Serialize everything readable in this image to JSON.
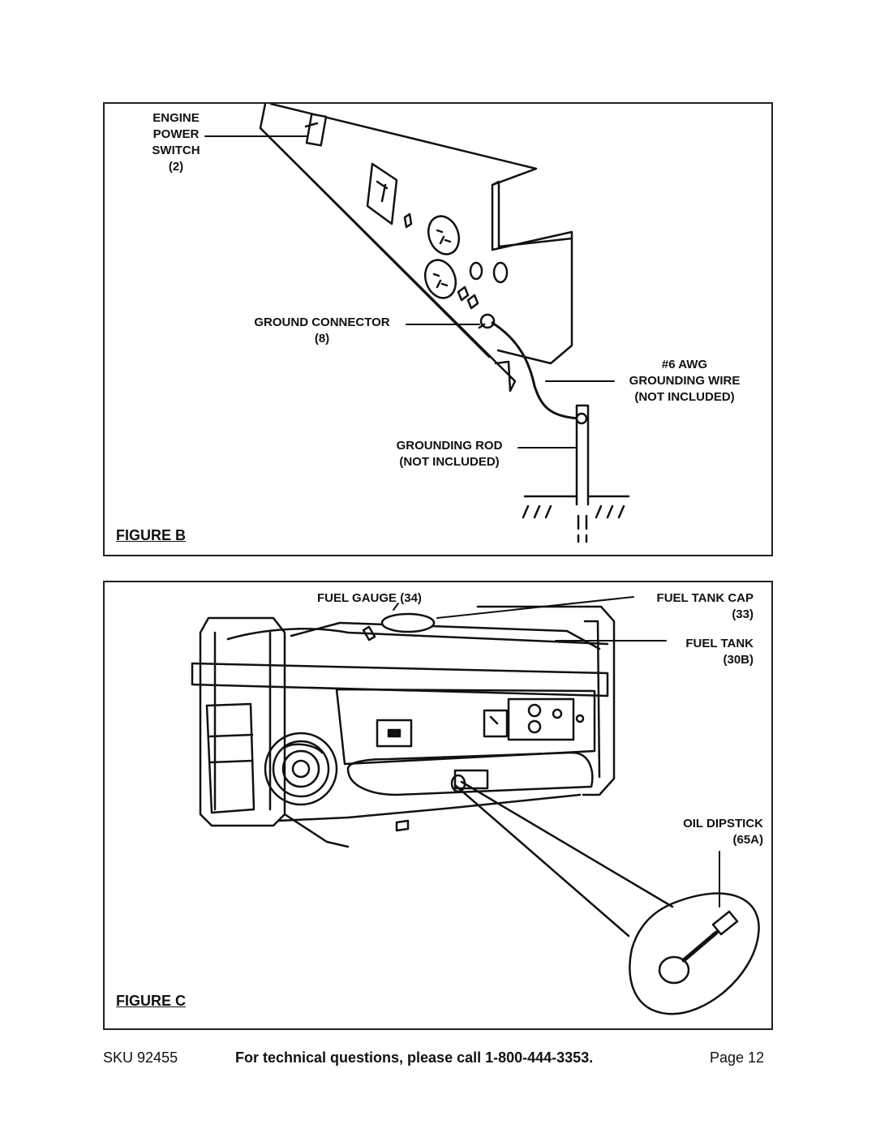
{
  "figure_b": {
    "title": "FIGURE B",
    "labels": {
      "engine_power_switch": [
        "ENGINE",
        "POWER",
        "SWITCH",
        "(2)"
      ],
      "ground_connector": [
        "GROUND CONNECTOR",
        "(8)"
      ],
      "grounding_wire": [
        "#6 AWG",
        "GROUNDING WIRE",
        "(NOT INCLUDED)"
      ],
      "grounding_rod": [
        "GROUNDING ROD",
        "(NOT INCLUDED)"
      ]
    }
  },
  "figure_c": {
    "title": "FIGURE C",
    "labels": {
      "fuel_gauge": "FUEL GAUGE (34)",
      "fuel_tank_cap": [
        "FUEL TANK CAP",
        "(33)"
      ],
      "fuel_tank": [
        "FUEL TANK",
        "(30B)"
      ],
      "oil_dipstick": [
        "OIL DIPSTICK",
        "(65A)"
      ]
    }
  },
  "footer": {
    "sku_label": "SKU",
    "sku_number": "92455",
    "help_text": "For technical questions, please call 1-800-444-3353.",
    "page_label": "Page 12"
  }
}
